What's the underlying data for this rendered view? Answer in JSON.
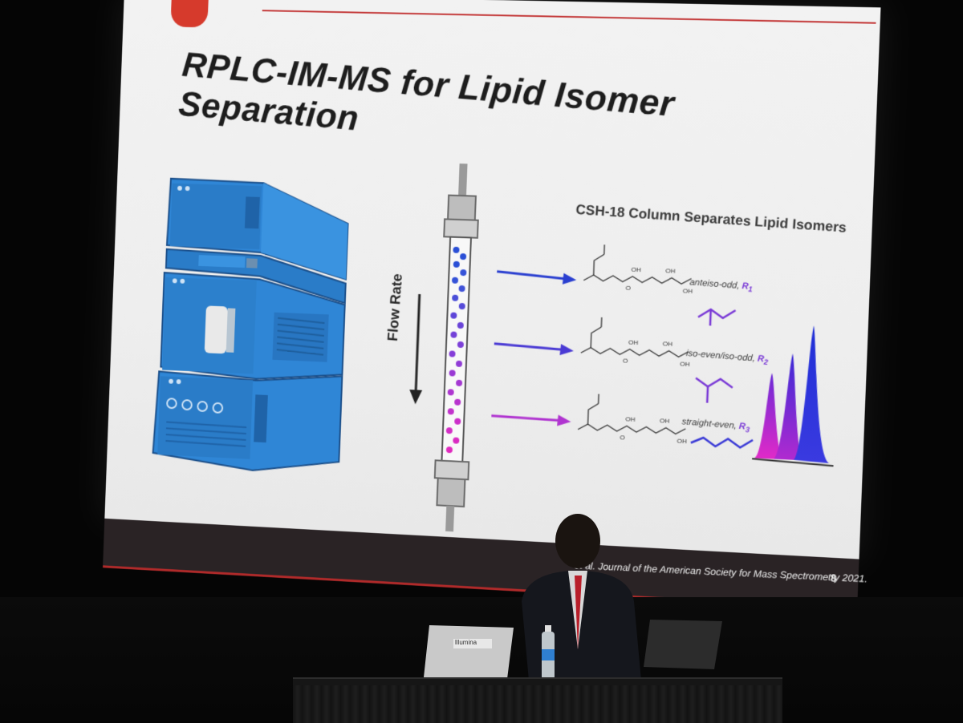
{
  "slide": {
    "title": "RPLC-IM-MS for Lipid Isomer Separation",
    "subtitle": "CSH-18 Column Separates Lipid Isomers",
    "flow_label": "Flow Rate",
    "molecules": [
      {
        "label": "anteiso-odd, ",
        "r": "R",
        "sub": "1"
      },
      {
        "label": "iso-even/iso-odd, ",
        "r": "R",
        "sub": "2"
      },
      {
        "label": "straight-even, ",
        "r": "R",
        "sub": "3"
      }
    ],
    "footer_citation": "et al.  Journal of the American Society for Mass Spectrometry 2021.",
    "page_number": "8",
    "colors": {
      "accent": "#c43b3b",
      "instrument": "#2e7fd0",
      "peak_blue": "#1f2fd6",
      "peak_purple": "#8a2ad6",
      "peak_magenta": "#d62ac8",
      "footer_bg": "#2a2325"
    }
  },
  "scene": {
    "laptop_sticker": "lllumina"
  }
}
